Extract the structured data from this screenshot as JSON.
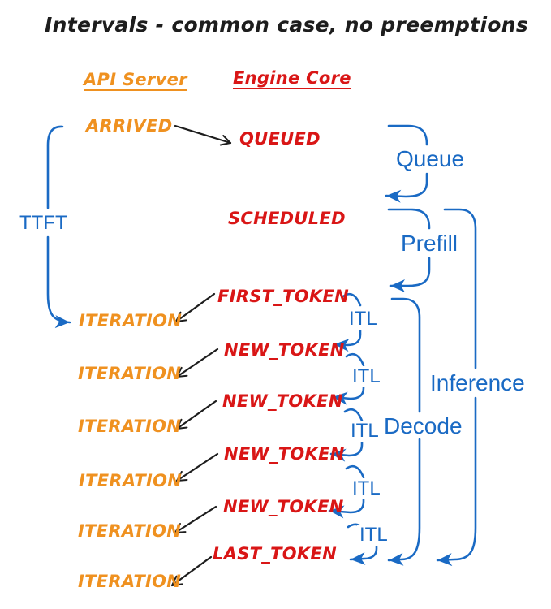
{
  "title": "Intervals - common case, no preemptions",
  "columns": {
    "api_server": "API Server",
    "engine_core": "Engine Core"
  },
  "colors": {
    "api_orange": "#ef9120",
    "engine_red": "#d91616",
    "interval_blue": "#1a6ac4",
    "arrow_black": "#1d1d1d",
    "background": "#ffffff"
  },
  "api_events": {
    "arrived": "ARRIVED"
  },
  "engine_events": {
    "queued": "QUEUED",
    "scheduled": "SCHEDULED"
  },
  "token_rows": [
    {
      "engine": "FIRST_TOKEN",
      "api": "ITERATION"
    },
    {
      "engine": "NEW_TOKEN",
      "api": "ITERATION"
    },
    {
      "engine": "NEW_TOKEN",
      "api": "ITERATION"
    },
    {
      "engine": "NEW_TOKEN",
      "api": "ITERATION"
    },
    {
      "engine": "NEW_TOKEN",
      "api": "ITERATION"
    },
    {
      "engine": "LAST_TOKEN",
      "api": "ITERATION"
    }
  ],
  "intervals": {
    "ttft": "TTFT",
    "queue": "Queue",
    "prefill": "Prefill",
    "decode": "Decode",
    "inference": "Inference",
    "itl_labels": [
      "ITL",
      "ITL",
      "ITL",
      "ITL",
      "ITL"
    ]
  }
}
